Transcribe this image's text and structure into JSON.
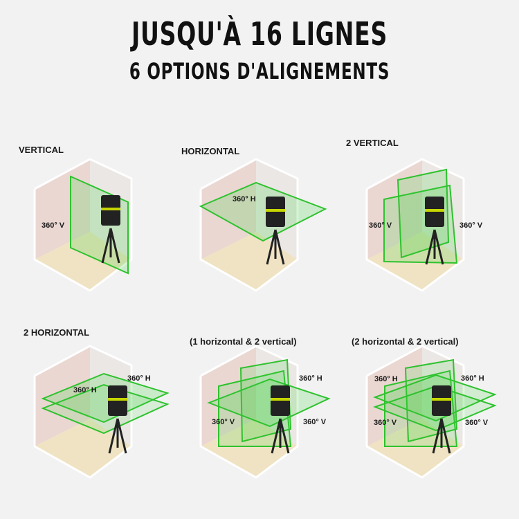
{
  "header": {
    "title": "JUSQU'À 16 LIGNES",
    "subtitle": "6 OPTIONS D'ALIGNEMENTS"
  },
  "colors": {
    "laser": "#2ec22e",
    "laser_fill": "rgba(60,210,60,0.22)",
    "wall_left": "#ead7d2",
    "wall_back": "#ebe7e4",
    "wall_right": "#ececec",
    "floor": "#efe3c3",
    "room_edge": "#ffffff",
    "device": "#222222",
    "device_accent": "#c6d600",
    "background": "#f2f2f2"
  },
  "panels": [
    {
      "label": "VERTICAL",
      "annotations": [
        "360° V"
      ]
    },
    {
      "label": "HORIZONTAL",
      "annotations": [
        "360° H"
      ]
    },
    {
      "label": "2 VERTICAL",
      "annotations": [
        "360° V",
        "360° V"
      ]
    },
    {
      "label": "2 HORIZONTAL",
      "annotations": [
        "360° H",
        "360° H"
      ]
    },
    {
      "label": "(1 horizontal & 2 vertical)",
      "annotations": [
        "360° H",
        "360° V",
        "360° V"
      ]
    },
    {
      "label": "(2 horizontal & 2 vertical)",
      "annotations": [
        "360° H",
        "360° H",
        "360° V",
        "360° V"
      ]
    }
  ]
}
